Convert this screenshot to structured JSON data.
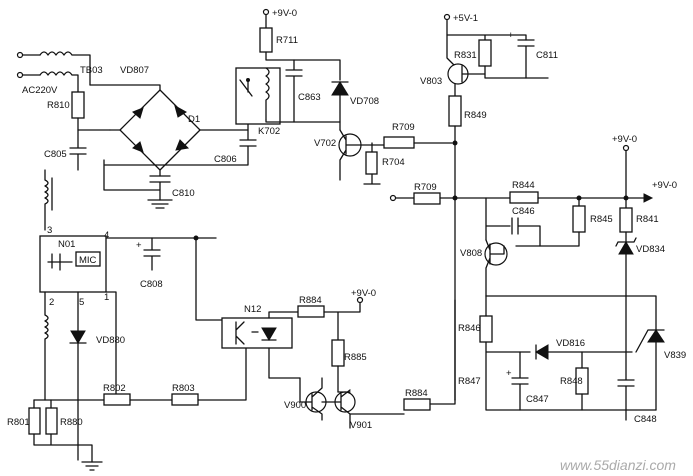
{
  "labels": {
    "tb803": "TB03",
    "ac220v": "AC220V",
    "r810": "R810",
    "vd807": "VD807",
    "d1": "D1",
    "c805": "C805",
    "c806": "C806",
    "c810": "C810",
    "r711": "R711",
    "plus9v_top": "+9V-0",
    "c863": "C863",
    "vd708": "VD708",
    "k702": "K702",
    "v702": "V702",
    "r709_top": "R709",
    "r704": "R704",
    "plus5v1": "+5V-1",
    "r831": "R831",
    "c811": "C811",
    "v803": "V803",
    "r849": "R849",
    "n01": "N01",
    "mic": "MIC",
    "pin3": "3",
    "pin4": "4",
    "pin2": "2",
    "pin5": "5",
    "pin1": "1",
    "c808": "C808",
    "vd880": "VD880",
    "r801": "R801",
    "r880": "R880",
    "r802": "R802",
    "r803": "R803",
    "n12": "N12",
    "r884_top": "R884",
    "plus9v_mid": "+9V-0",
    "r885": "R885",
    "v900": "V900",
    "v901": "V901",
    "r884_bot": "R884",
    "r709_mid": "R709",
    "r844": "R844",
    "plus9v_right": "+9V-0",
    "plus9v_arrow": "+9V-0",
    "c846": "C846",
    "r845": "R845",
    "r841": "R841",
    "vd834": "VD834",
    "v808": "V808",
    "r846": "R846",
    "vd816": "VD816",
    "v839": "V839",
    "r847": "R847",
    "c847": "C847",
    "r848": "R848",
    "c848": "C848",
    "watermark": "www.55dianzi.com"
  }
}
